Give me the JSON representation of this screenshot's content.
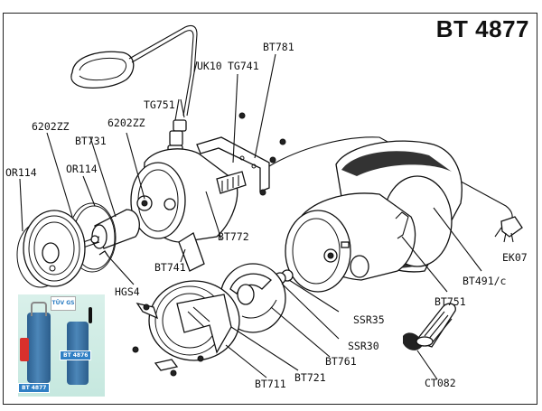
{
  "title": "BT 4877",
  "parts": [
    {
      "id": "UK10",
      "label": "UK10",
      "description": "float switch cable"
    },
    {
      "id": "TG741",
      "label": "TG741"
    },
    {
      "id": "BT781",
      "label": "BT781"
    },
    {
      "id": "TG751",
      "label": "TG751"
    },
    {
      "id": "6202ZZ-a",
      "label": "6202ZZ"
    },
    {
      "id": "6202ZZ-b",
      "label": "6202ZZ"
    },
    {
      "id": "BT731",
      "label": "BT731"
    },
    {
      "id": "OR114-a",
      "label": "OR114"
    },
    {
      "id": "OR114-b",
      "label": "OR114"
    },
    {
      "id": "BT772",
      "label": "BT772"
    },
    {
      "id": "BT741",
      "label": "BT741"
    },
    {
      "id": "HGS4",
      "label": "HGS4"
    },
    {
      "id": "EK07",
      "label": "EK07"
    },
    {
      "id": "BT491c",
      "label": "BT491/c"
    },
    {
      "id": "BT751",
      "label": "BT751"
    },
    {
      "id": "SSR35",
      "label": "SSR35"
    },
    {
      "id": "SSR30",
      "label": "SSR30"
    },
    {
      "id": "BT761",
      "label": "BT761"
    },
    {
      "id": "BT721",
      "label": "BT721"
    },
    {
      "id": "BT711",
      "label": "BT711"
    },
    {
      "id": "CT082",
      "label": "CT082"
    }
  ],
  "photo": {
    "pump_left_label": "BT 4877",
    "pump_right_label": "BT 4876",
    "cert_marks": [
      "TÜV",
      "GS"
    ]
  },
  "colors": {
    "pump_blue": "#3a74a8",
    "float_red": "#d9302c",
    "photo_bg": "#cfece4",
    "badge_blue": "#2f7fc4"
  }
}
